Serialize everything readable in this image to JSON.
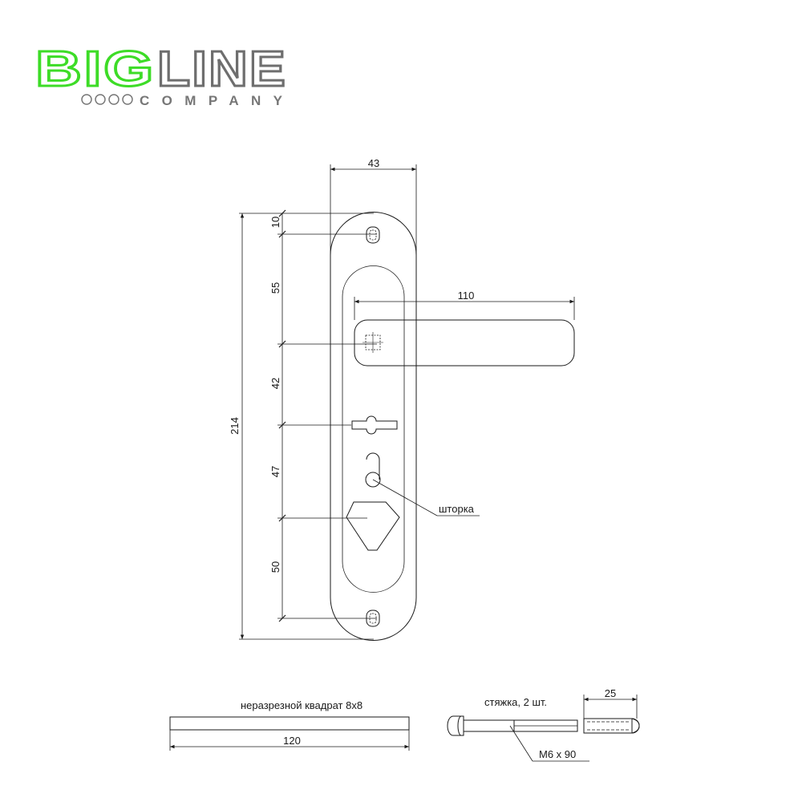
{
  "logo": {
    "brand_green": "BIG",
    "brand_grey": "LINE",
    "tagline": "COMPANY",
    "colors": {
      "green": "#3ddc27",
      "grey": "#777777"
    }
  },
  "dimensions": {
    "plate_width": "43",
    "lever_length": "110",
    "total_height": "214",
    "seg_top": "10",
    "seg_1": "55",
    "seg_2": "42",
    "seg_3": "47",
    "seg_4": "50"
  },
  "labels": {
    "shutter": "шторка",
    "square": "неразрезной квадрат 8х8",
    "square_length": "120",
    "tie": "стяжка, 2 шт.",
    "tie_size": "М6 х 90",
    "tie_sleeve": "25"
  }
}
